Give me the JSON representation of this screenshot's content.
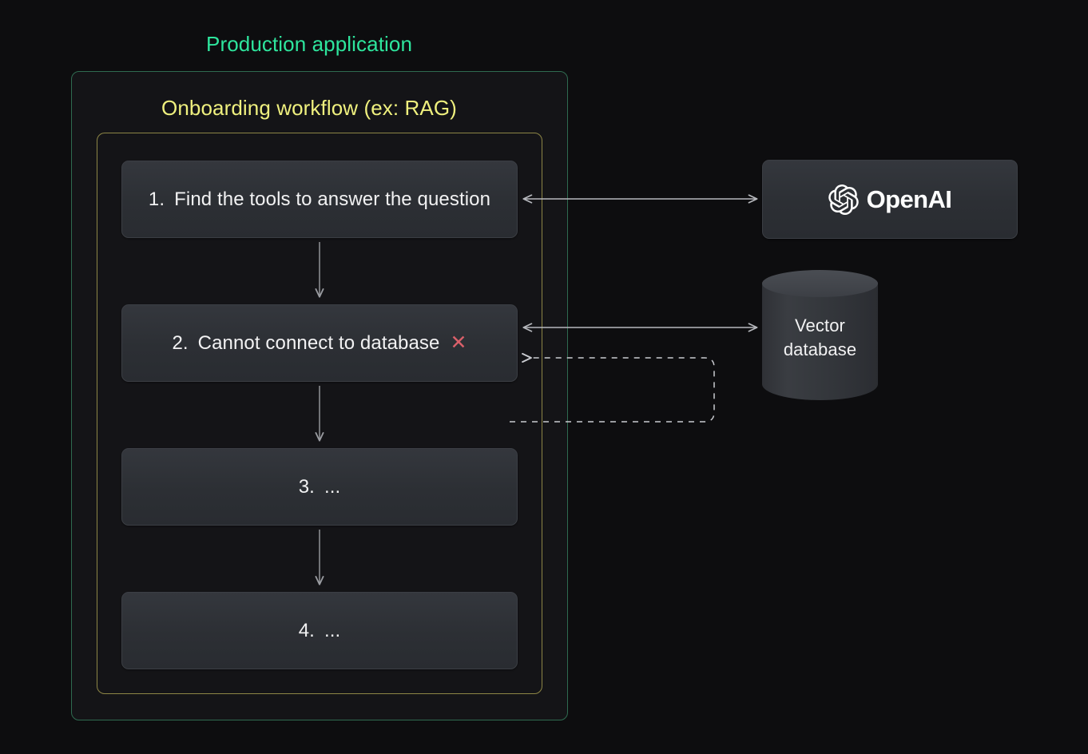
{
  "diagram": {
    "production_title": "Production application",
    "workflow_title": "Onboarding workflow (ex: RAG)",
    "steps": [
      {
        "number": "1.",
        "text": "Find the tools to answer the question",
        "status": ""
      },
      {
        "number": "2.",
        "text": "Cannot connect to database",
        "status": "✕"
      },
      {
        "number": "3.",
        "text": "...",
        "status": ""
      },
      {
        "number": "4.",
        "text": "...",
        "status": ""
      }
    ],
    "services": {
      "openai": {
        "label": "OpenAI",
        "icon": "openai-logo-icon"
      },
      "vector_database": {
        "line1": "Vector",
        "line2": "database",
        "icon": "database-cylinder-icon"
      }
    },
    "connectors": [
      {
        "name": "step1-openai",
        "style": "solid",
        "arrows": "both"
      },
      {
        "name": "step2-vector-database",
        "style": "solid",
        "arrows": "both"
      },
      {
        "name": "retry-loop",
        "style": "dashed",
        "arrows": "left"
      }
    ],
    "colors": {
      "production_border": "#2f6b50",
      "production_title": "#2ee59d",
      "workflow_border": "#8d8646",
      "workflow_title": "#eff07e",
      "error_mark": "#d9606a",
      "card_fill": "#2e3035",
      "page_background": "#0d0d0f",
      "connector": "#b6b8bd"
    }
  }
}
